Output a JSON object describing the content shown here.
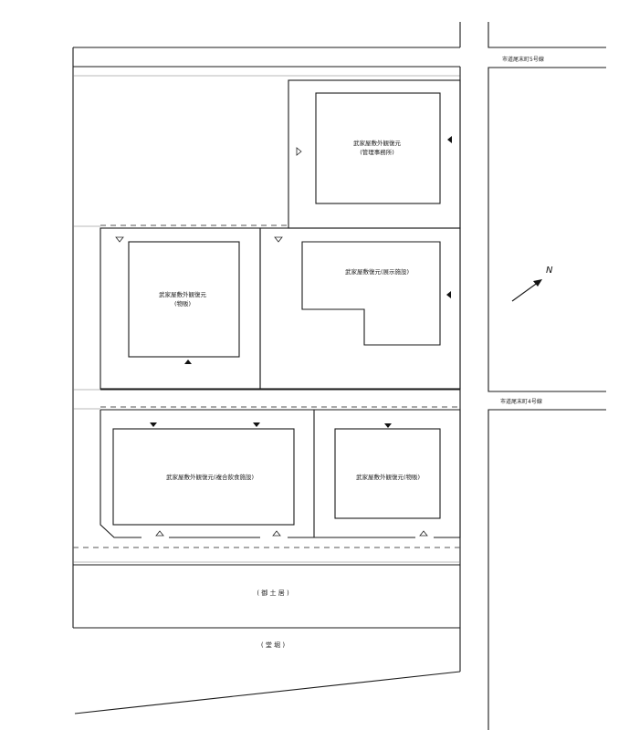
{
  "roads": {
    "road5": "市道尾末町5号線",
    "road4": "市道尾末町4号線",
    "gosaku_text": "(  御  土  居  )",
    "moat_text": "(  堂  堀  )"
  },
  "north_label": "N",
  "buildings": {
    "kanri_line1": "武家屋敷外観復元",
    "kanri_line2": "(管理事務所)",
    "tenji": "武家屋敷復元(展示施設)",
    "buppan_left_line1": "武家屋敷外観復元",
    "buppan_left_line2": "(物販)",
    "fukugo": "武家屋敷外観復元(複合飲食施設)",
    "buppan_right": "武家屋敷外観復元(物販)"
  },
  "markers": {
    "filled_icon": "entrance-filled-triangle-icon",
    "open_icon": "entrance-open-triangle-icon"
  }
}
